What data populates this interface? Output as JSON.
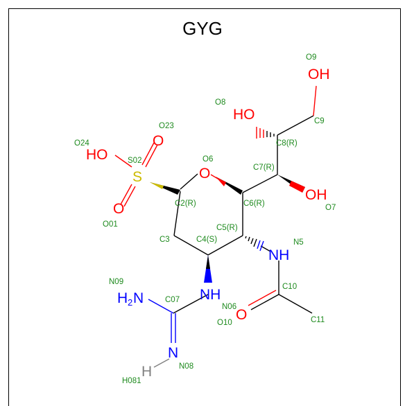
{
  "title": "GYG",
  "colors": {
    "oxygen": "#ff0000",
    "nitrogen": "#0000ff",
    "sulfur": "#ccbb00",
    "hydrogen": "#808080",
    "carbon": "#000000",
    "label": "#1e8a1e"
  },
  "atoms": {
    "oh_top": "OH",
    "ho_mid": "HO",
    "ho_s": "HO",
    "o_s_top": "O",
    "s": "S",
    "o_s_bot": "O",
    "o_ring": "O",
    "oh_c7": "OH",
    "nh_n5": "NH",
    "nh_c4": "NH",
    "h2n_a": "H",
    "h2n_b": "2",
    "h2n_c": "N",
    "n_imine": "N",
    "h_imine": "H",
    "o_amide": "O"
  },
  "labels": {
    "O9": "O9",
    "O8": "O8",
    "C9": "C9",
    "C8": "C8(R)",
    "O23": "O23",
    "O24": "O24",
    "S02": "S02",
    "O6": "O6",
    "C7": "C7(R)",
    "O7": "O7",
    "C2": "C2(R)",
    "C6": "C6(R)",
    "O01": "O01",
    "C5": "C5(R)",
    "N5": "N5",
    "C3": "C3",
    "C4": "C4(S)",
    "N09": "N09",
    "C10": "C10",
    "C07": "C07",
    "N06": "N06",
    "O10": "O10",
    "C11": "C11",
    "N08": "N08",
    "H081": "H081"
  }
}
